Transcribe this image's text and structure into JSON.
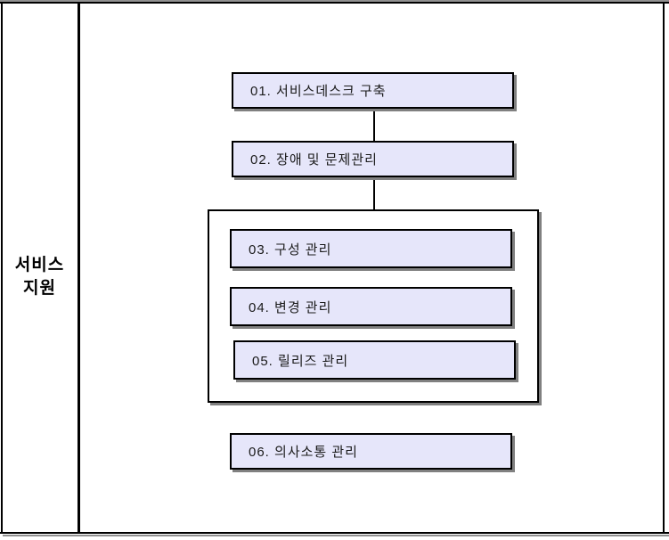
{
  "diagram": {
    "category_label": {
      "line1": "서비스",
      "line2": "지원"
    },
    "boxes": [
      {
        "id": "01",
        "label": "01. 서비스데스크 구축"
      },
      {
        "id": "02",
        "label": "02. 장애 및 문제관리"
      },
      {
        "id": "03",
        "label": "03. 구성 관리"
      },
      {
        "id": "04",
        "label": "04. 변경 관리"
      },
      {
        "id": "05",
        "label": "05. 릴리즈 관리"
      },
      {
        "id": "06",
        "label": "06. 의사소통 관리"
      }
    ],
    "colors": {
      "box_fill": "#E6E6FA",
      "box_border": "#000000",
      "shadow": "#808080",
      "connector": "#000000",
      "frame_border": "#000000",
      "frame_shadow": "#909090",
      "text": "#1a1a1a"
    }
  }
}
